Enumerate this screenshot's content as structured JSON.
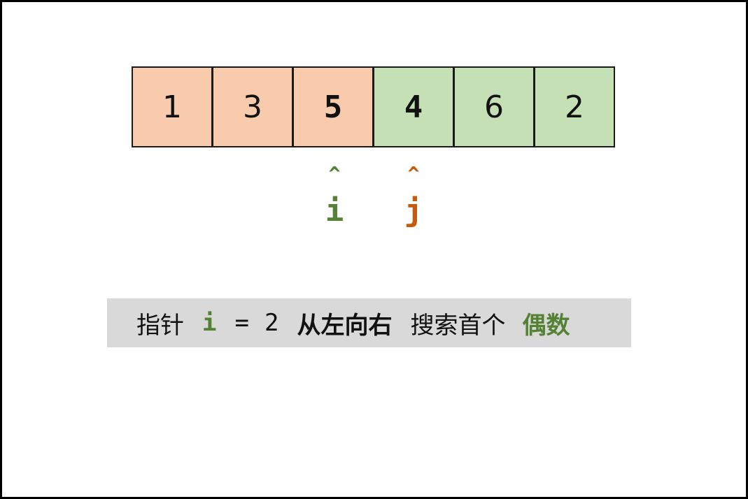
{
  "array": {
    "cells": [
      {
        "value": "1",
        "group": "left",
        "bold": false
      },
      {
        "value": "3",
        "group": "left",
        "bold": false
      },
      {
        "value": "5",
        "group": "left",
        "bold": true
      },
      {
        "value": "4",
        "group": "right",
        "bold": true
      },
      {
        "value": "6",
        "group": "right",
        "bold": false
      },
      {
        "value": "2",
        "group": "right",
        "bold": false
      }
    ]
  },
  "pointers": {
    "i": {
      "caret": "^",
      "name": "i",
      "index": 2,
      "color": "#548235"
    },
    "j": {
      "caret": "^",
      "name": "j",
      "index": 3,
      "color": "#c55a11"
    }
  },
  "caption": {
    "label": "指针",
    "var": "i",
    "eq": "=",
    "value": "2",
    "direction": "从左向右",
    "action": "搜索首个",
    "target": "偶数"
  },
  "colors": {
    "left_fill": "#f8cbad",
    "right_fill": "#c5e0b4",
    "caption_bg": "#d9d9d9",
    "accent_green": "#548235",
    "accent_orange": "#c55a11"
  }
}
